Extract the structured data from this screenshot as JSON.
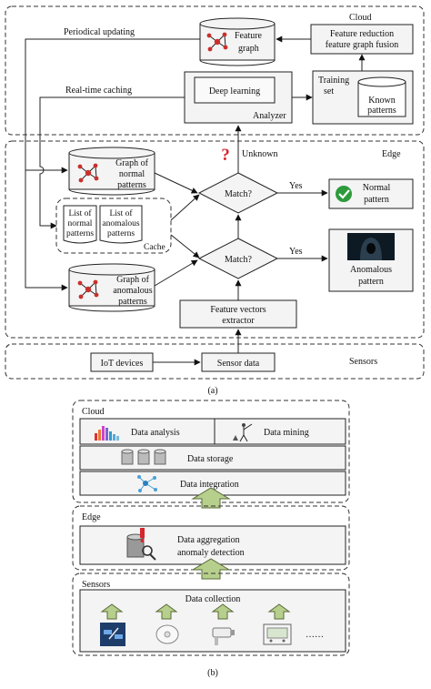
{
  "diagram_a": {
    "zones": {
      "cloud": "Cloud",
      "edge": "Edge",
      "sensors": "Sensors"
    },
    "feature_graph": [
      "Feature",
      "graph"
    ],
    "feature_reduction": [
      "Feature reduction",
      "feature graph fusion"
    ],
    "training_set": [
      "Training",
      "set"
    ],
    "known_patterns": [
      "Known",
      "patterns"
    ],
    "deep_learning": "Deep learning",
    "analyzer": "Analyzer",
    "periodical_updating": "Periodical updating",
    "realtime_caching": "Real-time caching",
    "unknown": "Unknown",
    "graph_normal": [
      "Graph of",
      "normal",
      "patterns"
    ],
    "list_normal": [
      "List of",
      "normal",
      "patterns"
    ],
    "list_anomalous": [
      "List of",
      "anomalous",
      "patterns"
    ],
    "cache": "Cache",
    "graph_anomalous": [
      "Graph of",
      "anomalous",
      "patterns"
    ],
    "match": "Match?",
    "yes": "Yes",
    "normal_pattern": [
      "Normal",
      "pattern"
    ],
    "anomalous_pattern": [
      "Anomalous",
      "pattern"
    ],
    "feature_vectors": [
      "Feature vectors",
      "extractor"
    ],
    "iot_devices": "IoT devices",
    "sensor_data": "Sensor data",
    "caption": "(a)"
  },
  "diagram_b": {
    "zones": {
      "cloud": "Cloud",
      "edge": "Edge",
      "sensors": "Sensors"
    },
    "data_analysis": "Data analysis",
    "data_mining": "Data mining",
    "data_storage": "Data storage",
    "data_integration": "Data integration",
    "data_aggregation": [
      "Data aggregation",
      "anomaly detection"
    ],
    "data_collection": "Data collection",
    "ellipsis": "……",
    "caption": "(b)"
  },
  "colors": {
    "arrow_green": "#b7cf8c",
    "check_green": "#2e9a3c",
    "question_red": "#d6262d",
    "node_red": "#c9302c"
  }
}
